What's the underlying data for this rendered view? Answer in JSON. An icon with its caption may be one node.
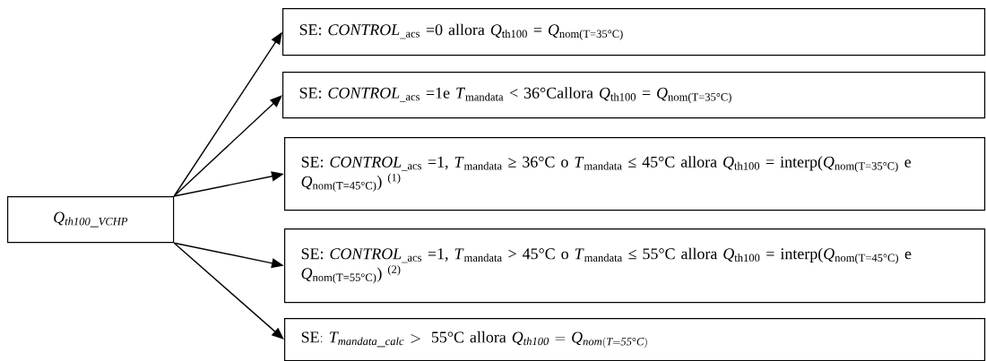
{
  "diagram": {
    "nodes": [
      {
        "text": [
          "\\mathit{Q}_{\\mathit{th100\\_VCHP}}"
        ]
      },
      {
        "text": [
          "SE: *CONTROL*$_{_acs}$ =0 allora *Q*$_{th100}$ = *Q*$_{nom(T=35°C)}$"
        ]
      },
      {
        "text": [
          "SE: *CONTROL*$_{_acs}$ =1e *T*$_{mandata}$ < 36°Callora *Q*$_{th100}$ = *Q*$_{nom(T=35°C)}$"
        ]
      },
      {
        "text": [
          "SE: *CONTROL*$_{_acs}$ =1, *T*$_{mandata}$ ≥ 36°C o *T*$_{mandata}$ ≤ 45°C allora *Q*$_{th100}$ = interp(*Q*$_{nom(T=35°C)}$ e *Q*$_{nom(T=45°C)}$) $^{(1)}$"
        ]
      },
      {
        "text": [
          "SE: *CONTROL*$_{_acs}$ =1, *T*$_{mandata}$ > 45°C o *T*$_{mandata}$ ≤ 55°C allora *Q*$_{th100}$ = interp(*Q*$_{nom(T=45°C)}$ e *Q*$_{nom(T=55°C)}$) $^{(2)}$"
        ]
      },
      {
        "text": [
          "\\mathrm{SE{:}\\ }\\mathit{T}_{\\mathit{mandata\\_calc}}\\mathrm{\\ >\\ 55°C\\ allora\\ }\\mathit{Q}_{\\mathit{th100}}\\mathrm{\\ =\\ }\\mathit{Q}_{\\mathit{nom(T=55°C)}}"
        ]
      }
    ],
    "edges": [
      {
        "from": 0,
        "to": 1,
        "arrow": "to"
      },
      {
        "from": 0,
        "to": 2,
        "arrow": "to"
      },
      {
        "from": 0,
        "to": 3,
        "arrow": "to"
      },
      {
        "from": 0,
        "to": 4,
        "arrow": "to"
      },
      {
        "from": 0,
        "to": 5,
        "arrow": "to"
      }
    ]
  }
}
